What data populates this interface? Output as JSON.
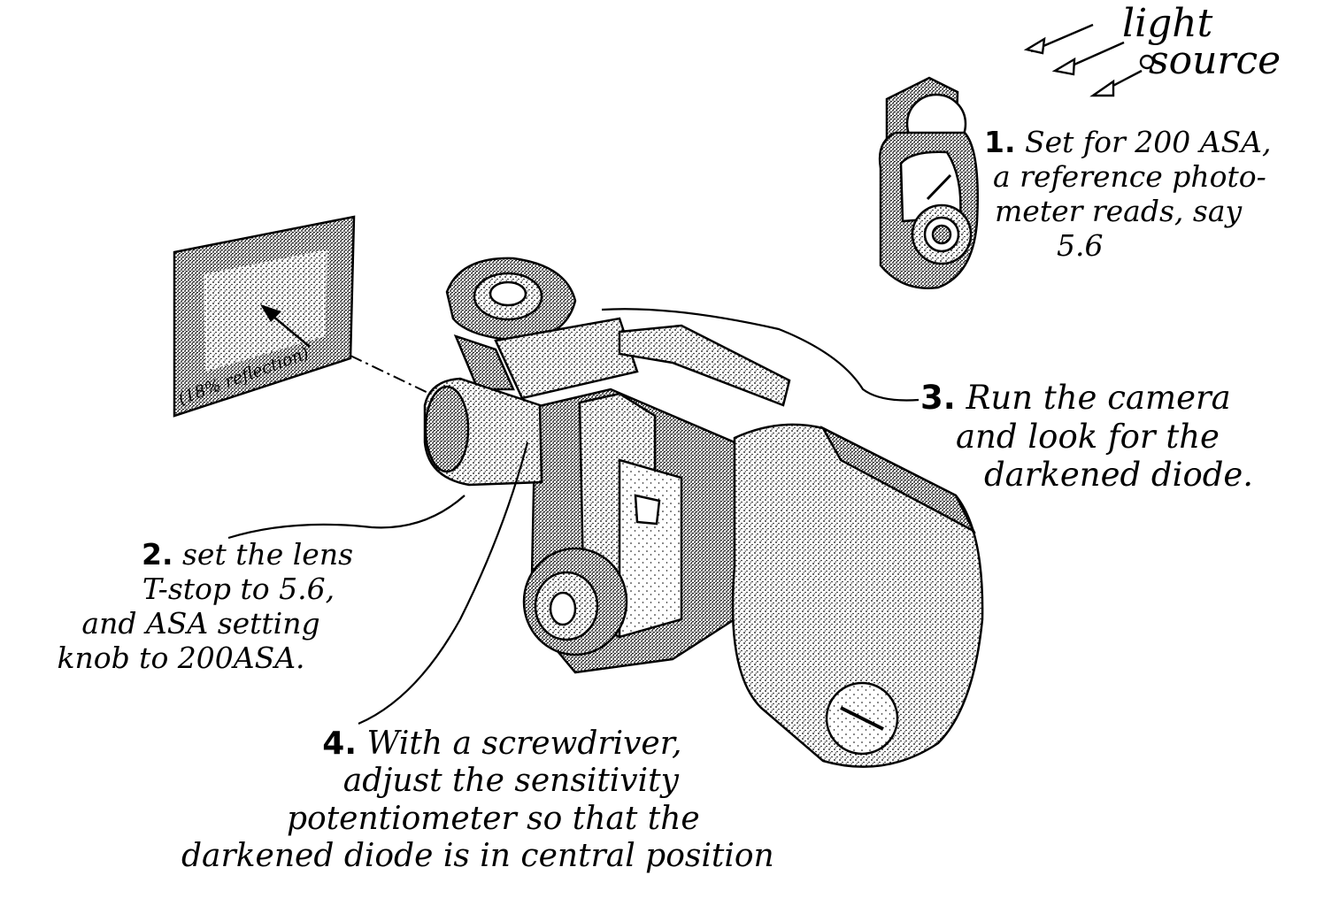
{
  "light_source": {
    "line1": "light",
    "line2": "source"
  },
  "step1": {
    "num": "1.",
    "lines": [
      "Set for 200 ASA,",
      "a reference photo-",
      "meter reads, say",
      "5.6"
    ]
  },
  "step2": {
    "num": "2.",
    "lines": [
      "set the lens",
      "T-stop to 5.6,",
      "and ASA setting",
      "knob to 200ASA."
    ]
  },
  "step3": {
    "num": "3.",
    "lines": [
      "Run the camera",
      "and look for the",
      "darkened diode."
    ]
  },
  "step4": {
    "num": "4.",
    "lines": [
      "With a screwdriver,",
      "adjust the sensitivity",
      "potentiometer so that the",
      "darkened diode is in central position"
    ]
  },
  "card_label": "(18% reflection)"
}
